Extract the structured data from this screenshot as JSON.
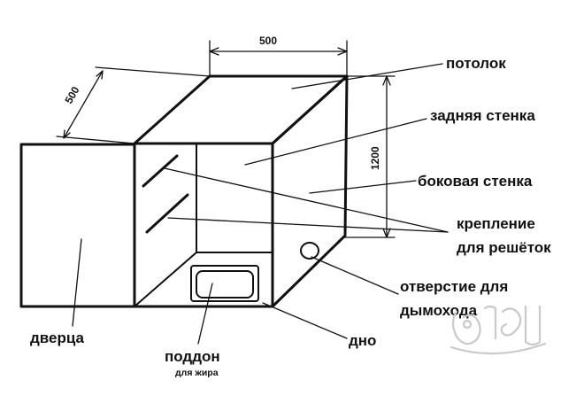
{
  "dimensions": {
    "width": "500",
    "depth": "500",
    "height": "1200"
  },
  "labels": {
    "ceiling": "потолок",
    "back_wall": "задняя стенка",
    "side_wall": "боковая стенка",
    "rack_mount_line1": "крепление",
    "rack_mount_line2": "для решёток",
    "chimney_hole_line1": "отверстие для",
    "chimney_hole_line2": "дымохода",
    "bottom": "дно",
    "door": "дверца",
    "tray": "поддон",
    "tray_sub": "для жира"
  }
}
